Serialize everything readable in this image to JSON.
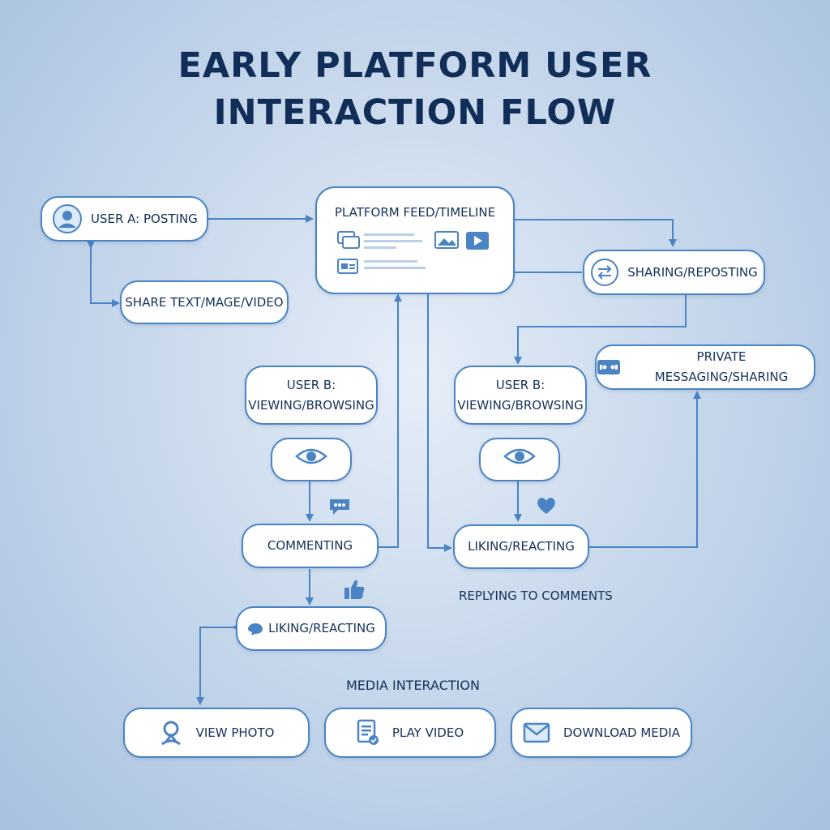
{
  "title": {
    "line1": "EARLY PLATFORM USER",
    "line2": "INTERACTION FLOW"
  },
  "nodes": {
    "user_a": "USER A: POSTING",
    "share_content": "SHARE TEXT/MAGE/VIDEO",
    "feed": "PLATFORM FEED/TIMELINE",
    "sharing": "SHARING/REPOSTING",
    "private_messaging": "PRIVATE MESSAGING/SHARING",
    "user_b_left": {
      "line1": "USER B:",
      "line2": "VIEWING/BROWSING"
    },
    "user_b_right": {
      "line1": "USER B:",
      "line2": "VIEWING/BROWSING"
    },
    "commenting": "COMMENTING",
    "liking_right": "LIKING/REACTING",
    "liking_left": "LIKING/REACTING",
    "view_photo": "VIEW PHOTO",
    "play_video": "PLAY VIDEO",
    "download_media": "DOWNLOAD MEDIA"
  },
  "labels": {
    "replying": "REPLYING TO COMMENTS",
    "media_interaction": "MEDIA INTERACTION"
  },
  "colors": {
    "accent": "#4a84c4",
    "text": "#14305a",
    "title": "#112e58"
  },
  "icons": [
    "user-avatar-icon",
    "repost-icon",
    "message-icon",
    "eye-icon",
    "comment-icon",
    "heart-icon",
    "thumbs-up-icon",
    "chat-bubble-icon",
    "location-pin-icon",
    "document-icon",
    "envelope-icon",
    "image-icon",
    "video-play-icon",
    "text-block-icon"
  ]
}
